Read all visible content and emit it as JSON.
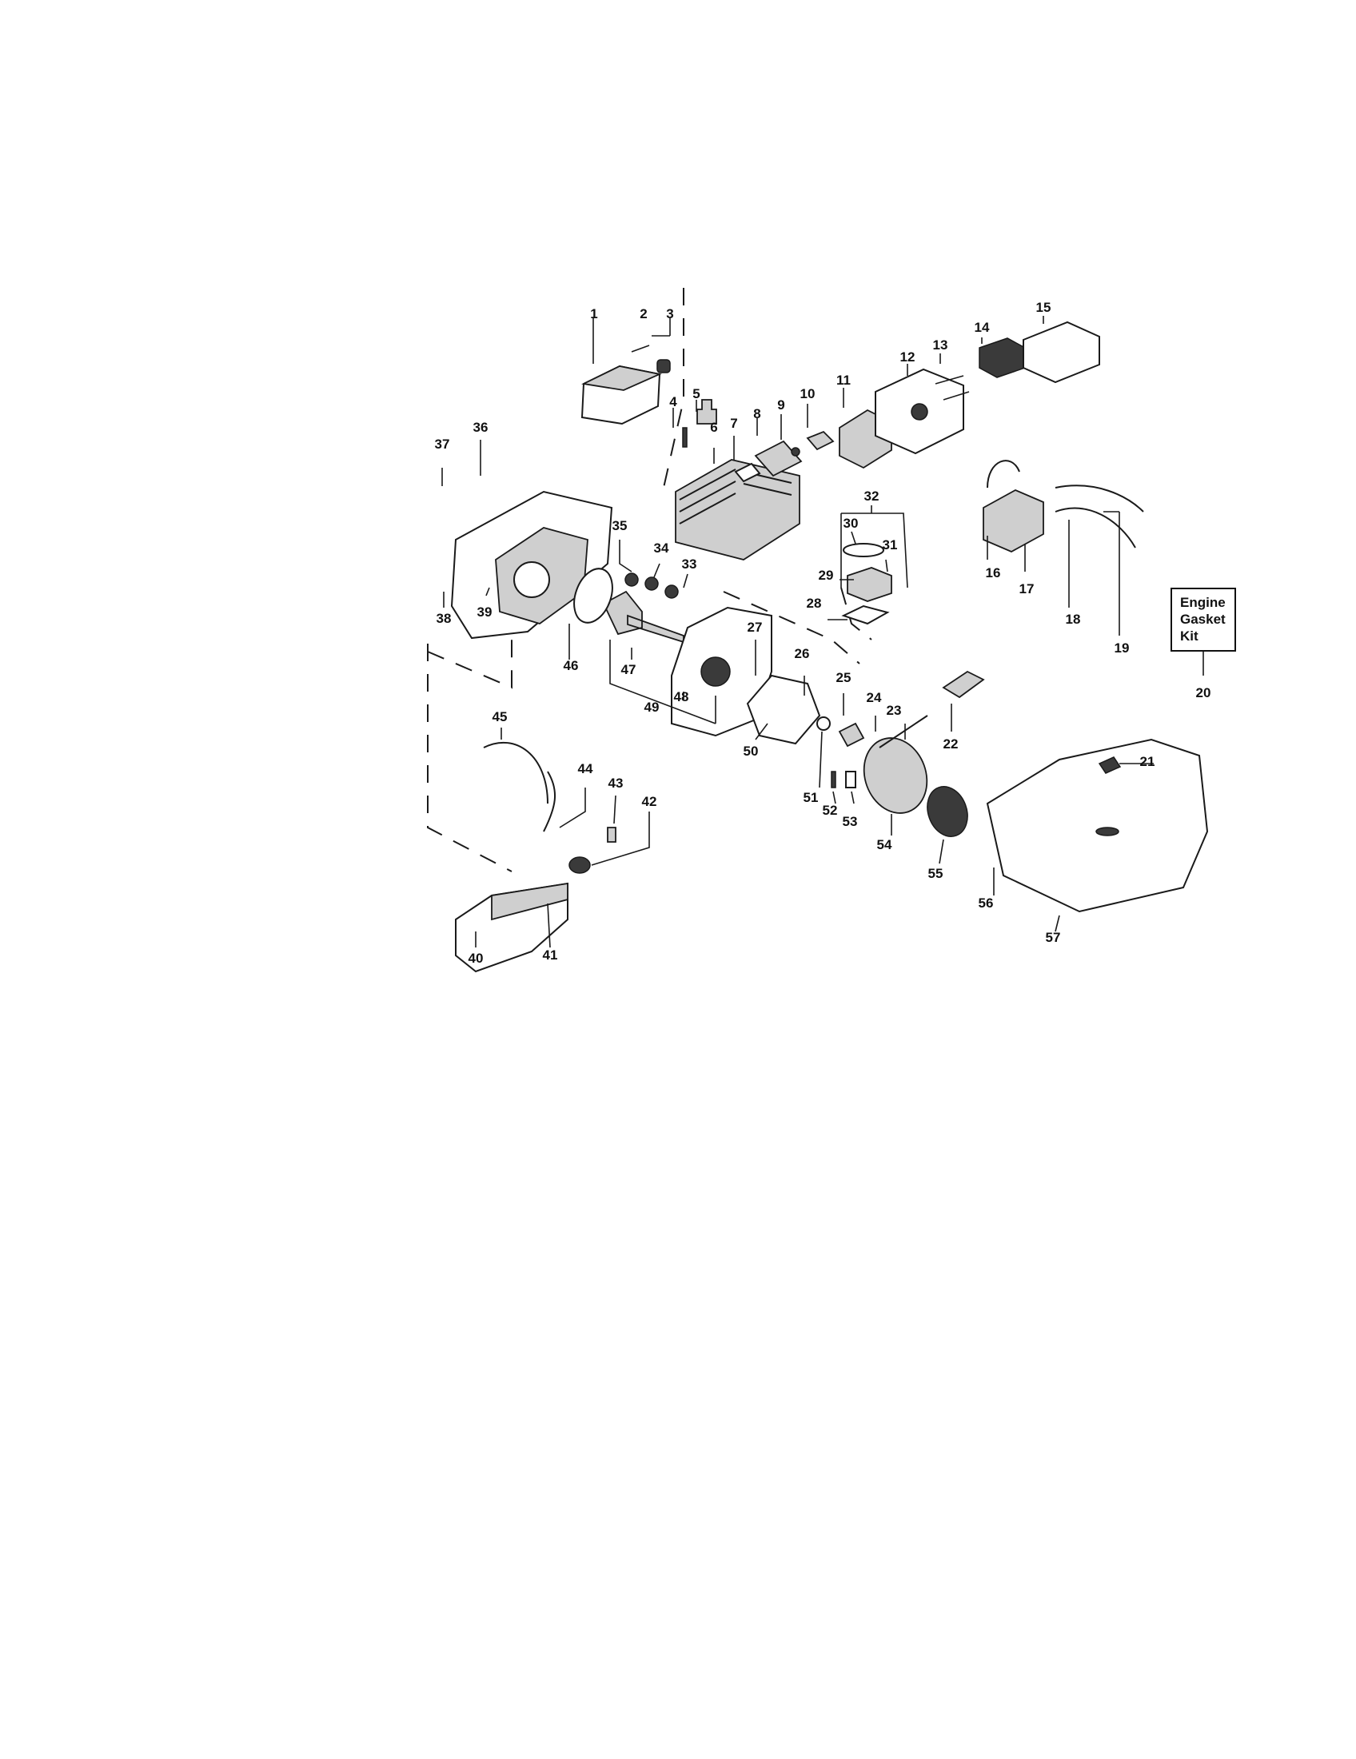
{
  "callouts": [
    "1",
    "2",
    "3",
    "4",
    "5",
    "6",
    "7",
    "8",
    "9",
    "10",
    "11",
    "12",
    "13",
    "14",
    "15",
    "16",
    "17",
    "18",
    "19",
    "20",
    "21",
    "22",
    "23",
    "24",
    "25",
    "26",
    "27",
    "28",
    "29",
    "30",
    "31",
    "32",
    "33",
    "34",
    "35",
    "36",
    "37",
    "38",
    "39",
    "40",
    "41",
    "42",
    "43",
    "44",
    "45",
    "46",
    "47",
    "48",
    "49",
    "50",
    "51",
    "52",
    "53",
    "54",
    "55",
    "56",
    "57"
  ],
  "kit_box": {
    "line1": "Engine",
    "line2": "Gasket",
    "line3": "Kit"
  }
}
